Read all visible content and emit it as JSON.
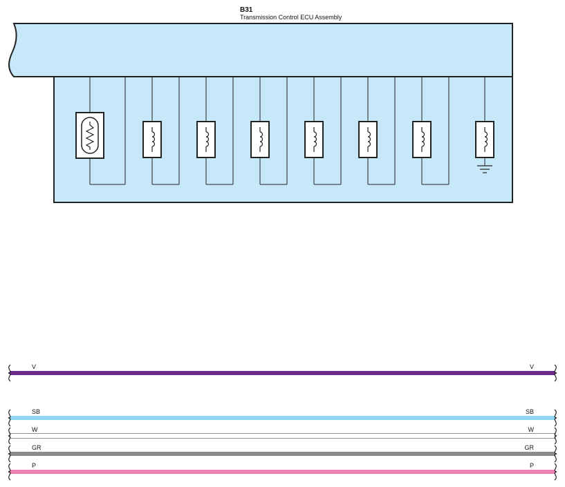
{
  "component": {
    "code": "B31",
    "name": "Transmission Control ECU Assembly",
    "fill_color": "#c7e8f8"
  },
  "internal": {
    "elements": [
      {
        "type": "thermistor"
      },
      {
        "type": "solenoid"
      },
      {
        "type": "solenoid"
      },
      {
        "type": "solenoid"
      },
      {
        "type": "solenoid"
      },
      {
        "type": "solenoid"
      },
      {
        "type": "solenoid"
      },
      {
        "type": "solenoid",
        "ground": true
      }
    ]
  },
  "wires": [
    {
      "label_left": "V",
      "label_right": "V",
      "color": "#6b2a8a"
    },
    {
      "label_left": "SB",
      "label_right": "SB",
      "color": "#8fd6f0"
    },
    {
      "label_left": "W",
      "label_right": "W",
      "color": "#ffffff"
    },
    {
      "label_left": "GR",
      "label_right": "GR",
      "color": "#8c8c8c"
    },
    {
      "label_left": "P",
      "label_right": "P",
      "color": "#ec82b4"
    }
  ]
}
